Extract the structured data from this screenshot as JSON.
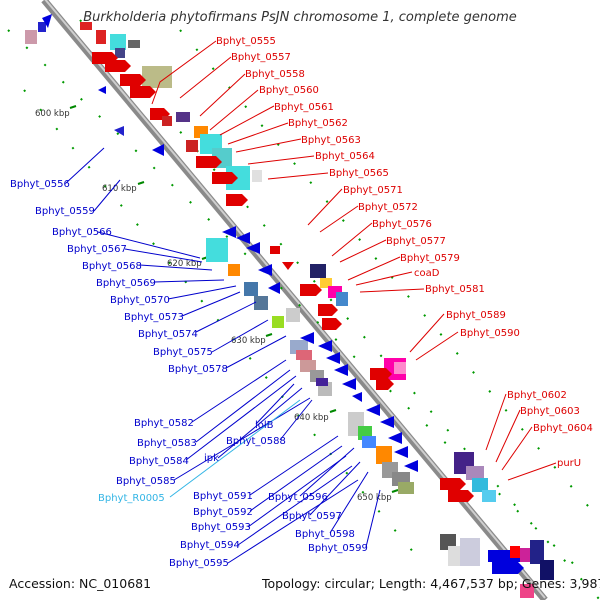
{
  "title": "Burkholderia phytofirmans PsJN chromosome 1, complete genome",
  "footer": {
    "accession": "Accession: NC_010681",
    "summary": "Topology: circular; Length: 4,467,537 bp; Genes: 3,987"
  },
  "ticks": [
    "600 kbp",
    "610 kbp",
    "620 kbp",
    "630 kbp",
    "640 kbp",
    "650 kbp"
  ],
  "labels_red": [
    "Bphyt_0555",
    "Bphyt_0557",
    "Bphyt_0558",
    "Bphyt_0560",
    "Bphyt_0561",
    "Bphyt_0562",
    "Bphyt_0563",
    "Bphyt_0564",
    "Bphyt_0565",
    "Bphyt_0571",
    "Bphyt_0572",
    "Bphyt_0576",
    "Bphyt_0577",
    "Bphyt_0579",
    "coaD",
    "Bphyt_0581",
    "Bphyt_0589",
    "Bphyt_0590",
    "Bphyt_0602",
    "Bphyt_0603",
    "Bphyt_0604",
    "purU"
  ],
  "labels_blue": [
    "Bphyt_0556",
    "Bphyt_0559",
    "Bphyt_0566",
    "Bphyt_0567",
    "Bphyt_0568",
    "Bphyt_0569",
    "Bphyt_0570",
    "Bphyt_0573",
    "Bphyt_0574",
    "Bphyt_0575",
    "Bphyt_0578",
    "Bphyt_0582",
    "Bphyt_0583",
    "lolB",
    "Bphyt_0588",
    "Bphyt_0584",
    "ipk",
    "Bphyt_0585",
    "Bphyt_0591",
    "Bphyt_0596",
    "Bphyt_0592",
    "Bphyt_0597",
    "Bphyt_0593",
    "Bphyt_0598",
    "Bphyt_0594",
    "Bphyt_0599",
    "Bphyt_0595"
  ],
  "labels_cyan": [
    "Bphyt_R0005"
  ],
  "colors": {
    "forward": "#e00000",
    "reverse": "#0000dd",
    "backbone": "#999999",
    "tick": "#008800",
    "rna": "#33ccee"
  }
}
